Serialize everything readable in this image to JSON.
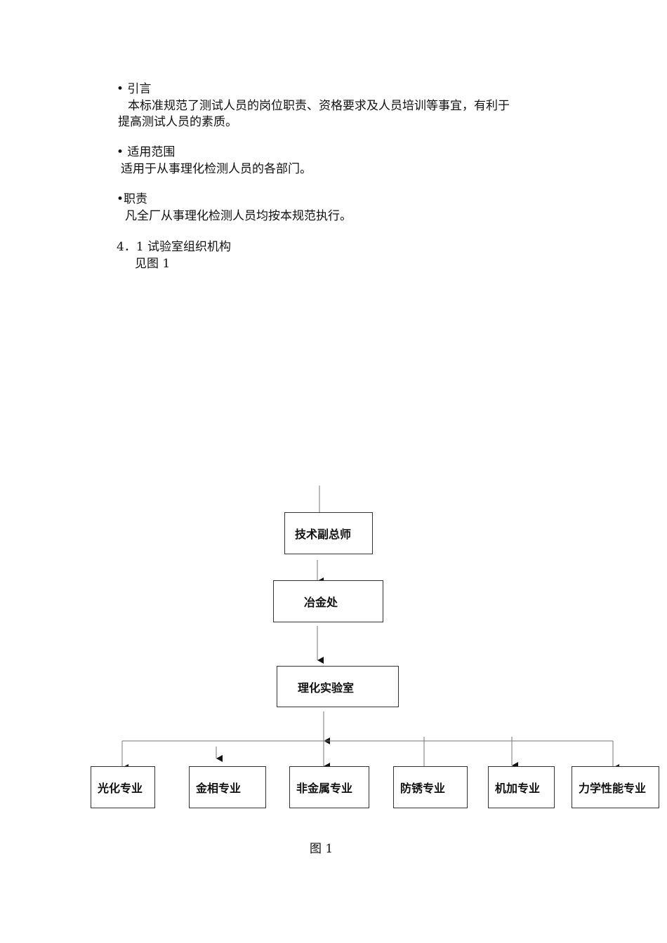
{
  "sections": [
    {
      "heading": "• 引言",
      "lines": [
        "本标准规范了测试人员的岗位职责、资格要求及人员培训等事宜，有利于",
        "提高测试人员的素质。"
      ]
    },
    {
      "heading": "• 适用范围",
      "lines": [
        "适用于从事理化检测人员的各部门。"
      ]
    },
    {
      "heading": "•职责",
      "lines": [
        "凡全厂从事理化检测人员均按本规范执行。"
      ]
    },
    {
      "heading": "4．1  试验室组织机构",
      "lines": [
        "见图 1"
      ]
    }
  ],
  "org_chart": {
    "top": "技术副总师",
    "second": "冶金处",
    "third": "理化实验室",
    "departments": [
      "光化专业",
      "金相专业",
      "非金属专业",
      "防锈专业",
      "机加专业",
      "力学性能专业"
    ],
    "caption": "图 1"
  }
}
